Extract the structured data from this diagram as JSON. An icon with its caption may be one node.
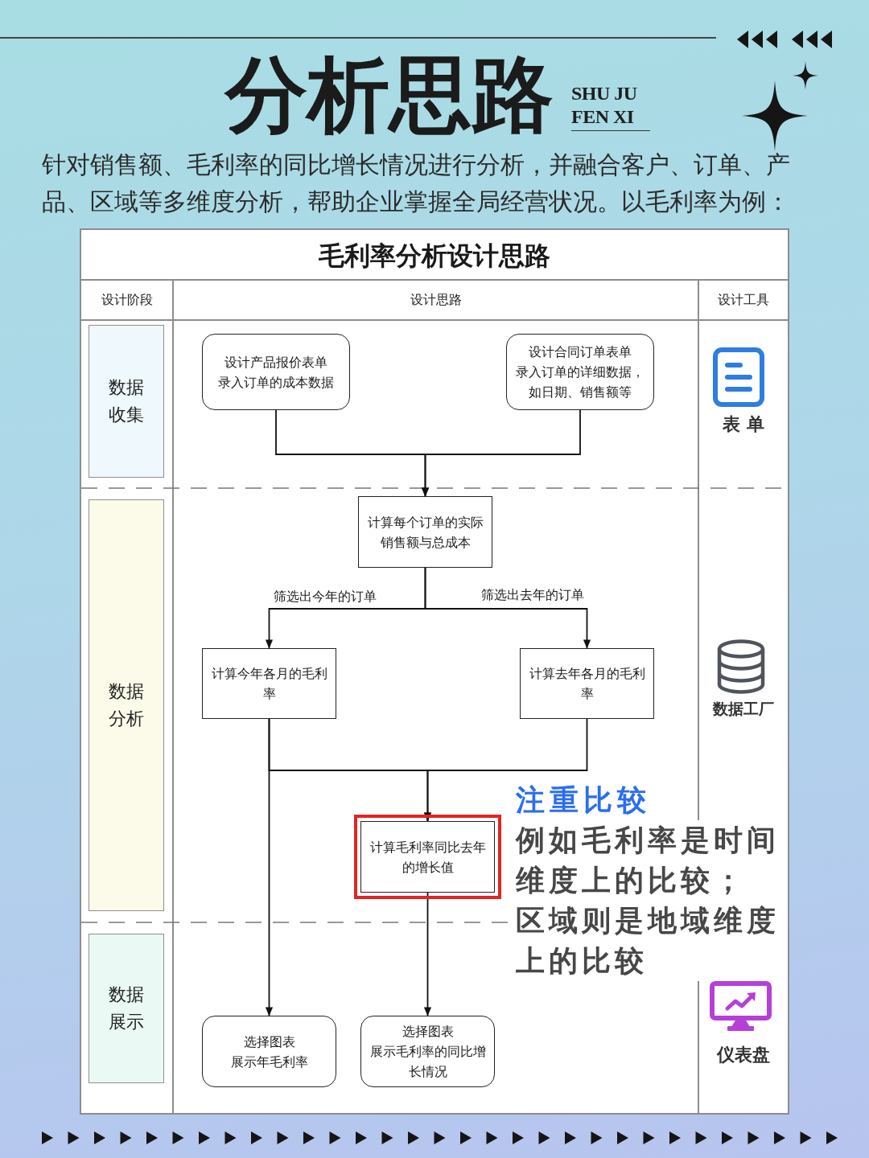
{
  "diagram": {
    "title": "分析思路",
    "nodes": [
      {
        "text": [
          "数据收集"
        ]
      },
      {
        "text": [
          "数据分析"
        ]
      },
      {
        "text": [
          "数据展示"
        ]
      },
      {
        "text": [
          "设计产品报价表单",
          "录入订单的成本数据"
        ]
      },
      {
        "text": [
          "设计合同订单表单",
          "录入订单的详细数据，如日期、销售额等"
        ]
      },
      {
        "text": [
          "计算每个订单的实际销售额与总成本"
        ]
      },
      {
        "text": [
          "计算今年各月的毛利率"
        ]
      },
      {
        "text": [
          "计算去年各月的毛利率"
        ]
      },
      {
        "text": [],
        "shape": "box"
      },
      {
        "text": [
          "计算毛利率同比去年的增长值"
        ],
        "in": 8
      },
      {
        "text": [
          "选择图表",
          "展示年毛利率"
        ]
      },
      {
        "text": [
          "选择图表",
          "展示毛利率的同比增长情况"
        ]
      }
    ],
    "edges": [
      {
        "from": 3,
        "to": 5,
        "arrow": "to"
      },
      {
        "from": 4,
        "to": 5,
        "arrow": "to"
      },
      {
        "from": 5,
        "to": 6,
        "label": "筛选出今年的订单",
        "arrow": "to"
      },
      {
        "from": 5,
        "to": 7,
        "label": "筛选出去年的订单",
        "arrow": "to"
      },
      {
        "from": 6,
        "to": 9,
        "arrow": "to"
      },
      {
        "from": 7,
        "to": 9,
        "arrow": "to"
      },
      {
        "from": 6,
        "to": 10,
        "arrow": "to"
      },
      {
        "from": 9,
        "to": 11,
        "arrow": "to"
      }
    ],
    "labels": [
      "SHU JU FEN XI",
      "针对销售额、毛利率的同比增长情况进行分析，并融合客户、订单、产品、区域等多维度分析，帮助企业掌握全局经营状况。以毛利率为例：",
      "毛利率分析设计思路",
      "设计阶段",
      "设计思路",
      "设计工具",
      "表单",
      "数据工厂",
      "注重比较",
      "例如毛利率是时间维度上的比较；",
      "区域则是地域维度上的比较",
      "仪表盘"
    ]
  }
}
